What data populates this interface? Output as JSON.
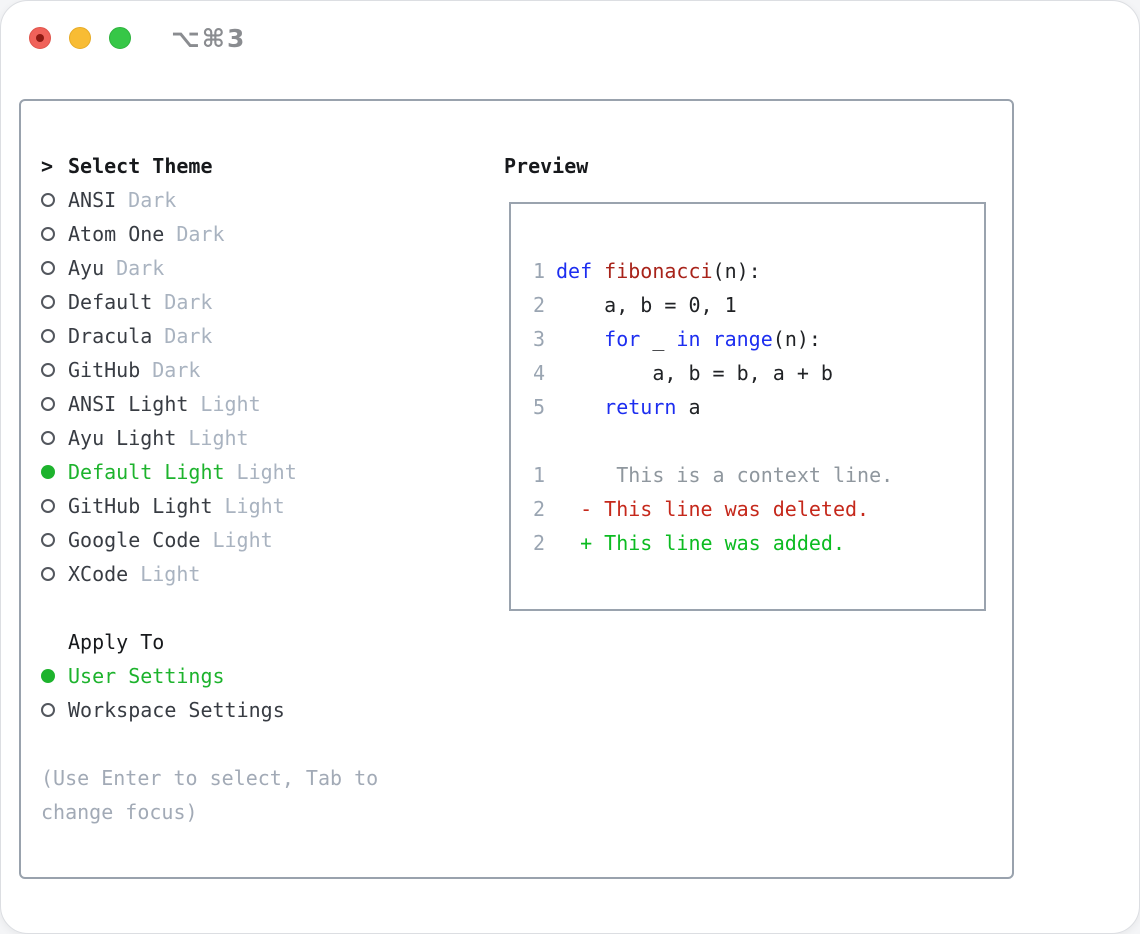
{
  "titlebar": {
    "shortcut_label": "⌥⌘3"
  },
  "theme_picker": {
    "prompt": ">",
    "title": "Select Theme",
    "items": [
      {
        "name": "ANSI",
        "variant": "Dark",
        "selected": false
      },
      {
        "name": "Atom One",
        "variant": "Dark",
        "selected": false
      },
      {
        "name": "Ayu",
        "variant": "Dark",
        "selected": false
      },
      {
        "name": "Default",
        "variant": "Dark",
        "selected": false
      },
      {
        "name": "Dracula",
        "variant": "Dark",
        "selected": false
      },
      {
        "name": "GitHub",
        "variant": "Dark",
        "selected": false
      },
      {
        "name": "ANSI Light",
        "variant": "Light",
        "selected": false
      },
      {
        "name": "Ayu Light",
        "variant": "Light",
        "selected": false
      },
      {
        "name": "Default Light",
        "variant": "Light",
        "selected": true
      },
      {
        "name": "GitHub Light",
        "variant": "Light",
        "selected": false
      },
      {
        "name": "Google Code",
        "variant": "Light",
        "selected": false
      },
      {
        "name": "XCode",
        "variant": "Light",
        "selected": false
      }
    ]
  },
  "apply_to": {
    "title": "Apply To",
    "items": [
      {
        "name": "User Settings",
        "selected": true
      },
      {
        "name": "Workspace Settings",
        "selected": false
      }
    ]
  },
  "help_text": "(Use Enter to select, Tab to change focus)",
  "preview": {
    "title": "Preview",
    "lines": [
      {
        "num": "1",
        "tokens": [
          {
            "text": "def",
            "style": "keyword"
          },
          {
            "text": " ",
            "style": "plain"
          },
          {
            "text": "fibonacci",
            "style": "function"
          },
          {
            "text": "(n):",
            "style": "plain"
          }
        ]
      },
      {
        "num": "2",
        "tokens": [
          {
            "text": "    a, b = 0, 1",
            "style": "plain"
          }
        ]
      },
      {
        "num": "3",
        "tokens": [
          {
            "text": "    ",
            "style": "plain"
          },
          {
            "text": "for",
            "style": "keyword"
          },
          {
            "text": " _ ",
            "style": "plain"
          },
          {
            "text": "in",
            "style": "keyword"
          },
          {
            "text": " ",
            "style": "plain"
          },
          {
            "text": "range",
            "style": "keyword"
          },
          {
            "text": "(n):",
            "style": "plain"
          }
        ]
      },
      {
        "num": "4",
        "tokens": [
          {
            "text": "        a, b = b, a + b",
            "style": "plain"
          }
        ]
      },
      {
        "num": "5",
        "tokens": [
          {
            "text": "    ",
            "style": "plain"
          },
          {
            "text": "return",
            "style": "keyword"
          },
          {
            "text": " a",
            "style": "plain"
          }
        ]
      },
      {
        "num": "",
        "tokens": []
      },
      {
        "num": "1",
        "tokens": [
          {
            "text": "     This is a context line.",
            "style": "context"
          }
        ]
      },
      {
        "num": "2",
        "tokens": [
          {
            "text": "  - This line was deleted.",
            "style": "deleted"
          }
        ]
      },
      {
        "num": "2",
        "tokens": [
          {
            "text": "  + This line was added.",
            "style": "added"
          }
        ]
      }
    ]
  },
  "colors": {
    "accent_green": "#1db32d",
    "keyword_blue": "#1d2ef0",
    "function_red": "#a8231a",
    "deleted_red": "#c5281b",
    "added_green": "#0cbb21",
    "muted_gray": "#a9b3c0",
    "panel_border_gray": "#99a2ad",
    "traffic_red": "#f0625a",
    "traffic_yellow": "#f8bc34",
    "traffic_green": "#36c747"
  }
}
